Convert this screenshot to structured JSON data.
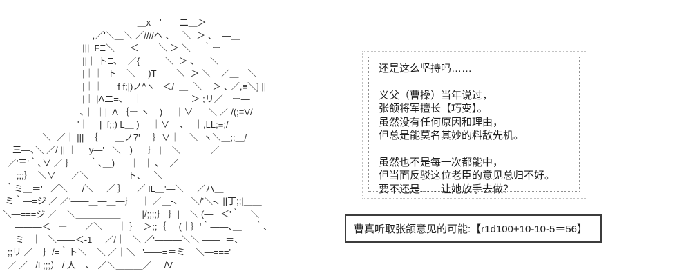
{
  "dialogue": {
    "lines": [
      "还是这么坚持吗……",
      "",
      "义父（曹操）当年说过，",
      "张颌将军擅长【巧变】。",
      "虽然没有任何原因和理由，",
      "但总是能莫名其妙的料敌先机。",
      "",
      "虽然也不是每一次都能中，",
      "但当面反驳这位老臣的意见总归不好。",
      "要不还是……让她放手去做？"
    ]
  },
  "roll_box": {
    "text": "曹真听取张颌意见的可能:【r1d100+10-10-5＝56】"
  },
  "ascii_art": {
    "lines": [
      "                                                       ＿x—'——二＿＞",
      "                                     ,／'＼＿＼ ／////ヘ ､     ＼  ＞ ､    —＿",
      "                                 |||  FΞ＼      ＜        ＼ ＞ ＼     ｀ー＿",
      "                                 ||｜ トΞ､    ／{          ＼  ＞ ､      ＼",
      "                                 |｜｜  ト    ＼     )T        ＼  ＞ ＼    ／＿—＼",
      "                                 |｜｜      f f;|)ノ^ヽ   ＜/  ＿=＼    ＞ ､ ／,≡＼] ||",
      "                                 |｜ |Λ二=､    ｜＿                ＞ ;リ／＿ー—",
      "                                ､｜ ｜|  Λ ｛ー ヽ    )     ｜∨      ＼ ／ /(;≡V/",
      "                               '｜ ｜|  f;;) L＿ )     ｜∨    ､    ｜,LL;≡;/",
      "                 ＼  ／｜ |||  ｛       ＿ノ7'     ｝∨｜    ＼  ヽ＼＿;;＿/",
      "     三—､＼ ／/ || ｜     y—'   ＼＿)      ｝ |    ＼     ＿＿／",
      "   ／'三'｀､∨ ／ ｝      ｀､＿)      ｜  ｜ ､    ／",
      "   ｜;;;｝  ＼∨      ／＼       ｜     ト､     ＼",
      "  ｀ミ＿＝'   ／＼ ｜ /＼     ／ ｝    ／ IL＿'—＼     ／ハ＿",
      "  ミ｀—=ジ ／ ／'——＿—＿—｝   ｜ ／＿-､     ＼/'＼-､ ||丁;;|＿＿",
      " ＼—===ジ ／    ＼＿＿＿＿＿    ｜ |/;;;;｝ ｝|    ＼ (—   ＜'｀    ＼",
      "      ———＜   ー       ／＼      ｜ ｝  ＞;;｛     (｜｝'｀——､＿     ｀､",
      "    =ミ   ｜   ＼——＜-1     ／/｜   ＼ ／'———＼＼ ——=＝､",
      "   ;;リ ／    ｝/=｀ト＼    ＼ ／｜＼   '——=＝ミ    ＼—==='",
      "   ／ ／   /L;;;） / 人    ､   ／＼＿＿＿／     /V",
      ""
    ]
  },
  "colors": {
    "background": "#ffffff",
    "art": "#2b2b2b",
    "text": "#1f1f1f",
    "bubble_border": "#8f8f8f",
    "bubble_outer_border": "#c2c2c2",
    "roll_box_border": "#3c3c3c"
  }
}
